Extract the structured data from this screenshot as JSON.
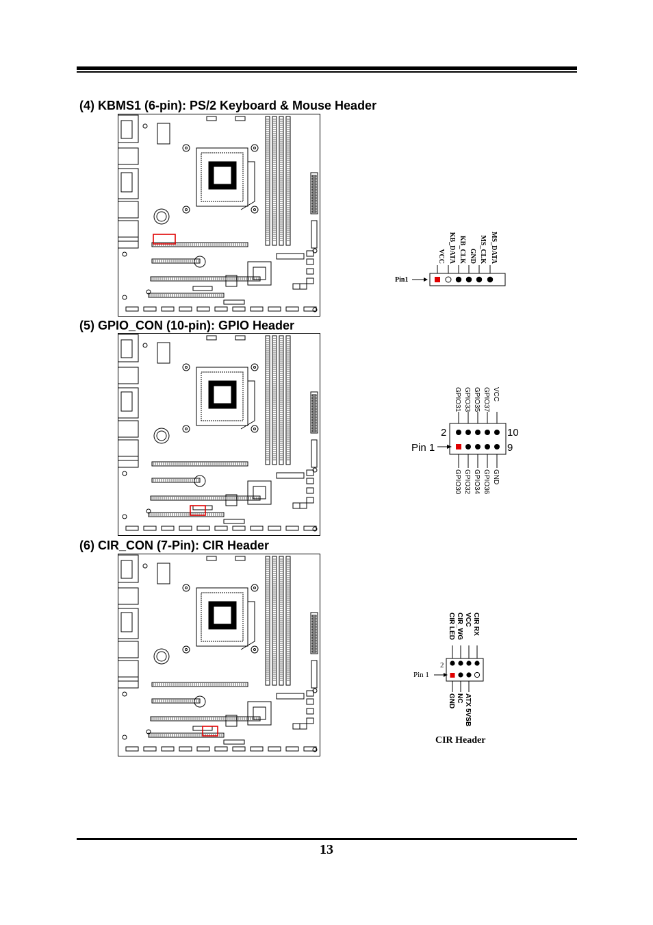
{
  "page_number": "13",
  "sections": [
    {
      "heading": "(4) KBMS1 (6-pin): PS/2 Keyboard & Mouse Header",
      "pin1_label": "Pin1",
      "pins": [
        "VCC",
        "KB_DATA",
        "KB_CLK",
        "GND",
        "MS_CLK",
        "MS_DATA"
      ]
    },
    {
      "heading": "(5) GPIO_CON (10-pin): GPIO Header",
      "pin1_label": "Pin 1",
      "row_labels": {
        "top_left": "2",
        "top_right": "10",
        "bottom_right": "9"
      },
      "top_pins": [
        "GPIO31",
        "GPIO33",
        "GPIO35",
        "GPIO37",
        "VCC"
      ],
      "bottom_pins": [
        "GPIO30",
        "GPIO32",
        "GPIO34",
        "GPIO36",
        "GND"
      ]
    },
    {
      "heading": "(6) CIR_CON (7-Pin): CIR Header",
      "pin1_label": "Pin 1",
      "row_label_top": "2",
      "top_pins": [
        "CIR LED",
        "CIR_WG",
        "VCC",
        "CIR RX"
      ],
      "bottom_pins": [
        "GND",
        "NC",
        "ATX 5VSB"
      ],
      "caption": "CIR Header"
    }
  ],
  "colors": {
    "highlight": "#e00000",
    "ink": "#000000"
  }
}
